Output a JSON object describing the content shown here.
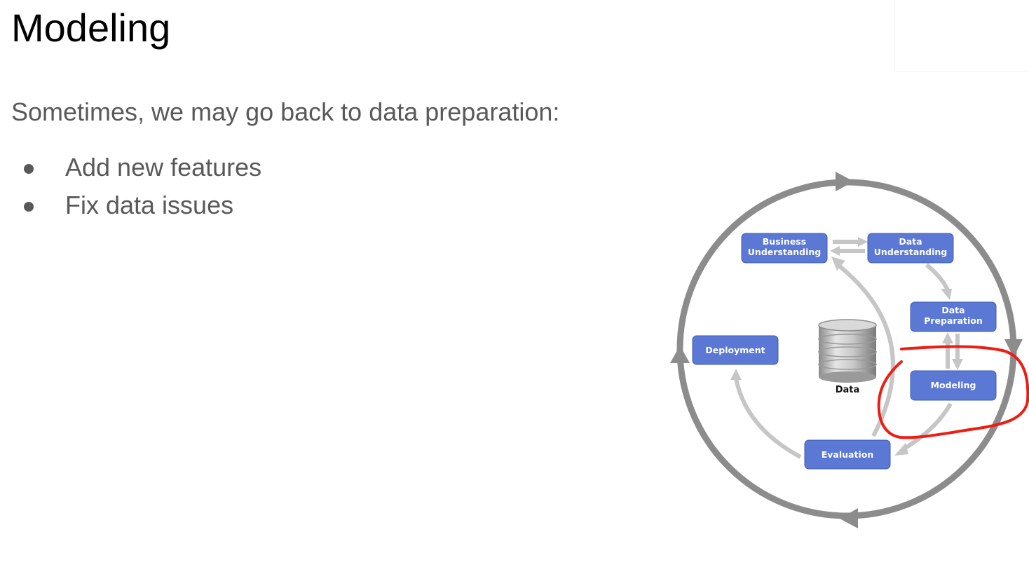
{
  "slide": {
    "title": "Modeling",
    "subtitle": "Sometimes, we may go back to data preparation:",
    "bullets": [
      "Add new features",
      "Fix data issues"
    ]
  },
  "diagram": {
    "nodes": {
      "business_understanding": [
        "Business",
        "Understanding"
      ],
      "data_understanding": [
        "Data",
        "Understanding"
      ],
      "data_preparation": [
        "Data",
        "Preparation"
      ],
      "modeling": "Modeling",
      "evaluation": "Evaluation",
      "deployment": "Deployment",
      "data": "Data"
    },
    "colors": {
      "node_fill": "#5a78d4",
      "node_border": "#3f5cb5",
      "outer_cycle": "#8c8c8c",
      "inner_arrow": "#c6c6c6",
      "annotation": "#ee1c12"
    }
  }
}
